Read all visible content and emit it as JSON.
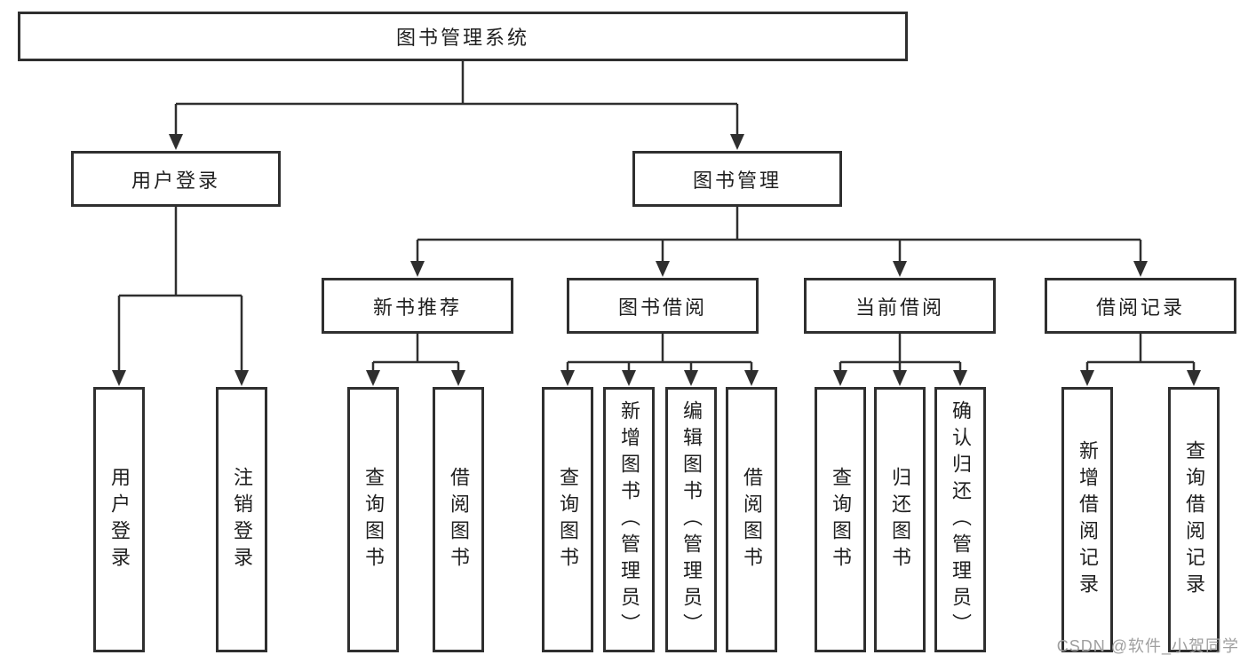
{
  "diagram": {
    "root": {
      "label": "图书管理系统"
    },
    "level1": {
      "user_login": {
        "label": "用户登录"
      },
      "book_mgmt": {
        "label": "图书管理"
      }
    },
    "level2": {
      "new_books": {
        "label": "新书推荐"
      },
      "book_borrow": {
        "label": "图书借阅"
      },
      "current_borrow": {
        "label": "当前借阅"
      },
      "borrow_records": {
        "label": "借阅记录"
      }
    },
    "leaves": {
      "user_login": [
        "用户登录",
        "注销登录"
      ],
      "new_books": [
        "查询图书",
        "借阅图书"
      ],
      "book_borrow": [
        "查询图书",
        "新增图书（管理员）",
        "编辑图书（管理员）",
        "借阅图书"
      ],
      "current_borrow": [
        "查询图书",
        "归还图书",
        "确认归还（管理员）"
      ],
      "borrow_records": [
        "新增借阅记录",
        "查询借阅记录"
      ]
    }
  },
  "watermark": {
    "text": "CSDN @软件_小贺同学"
  },
  "colors": {
    "line": "#2f2f2f",
    "text": "#1f1f1f",
    "watermark": "#9f9f9f",
    "background": "#ffffff"
  }
}
